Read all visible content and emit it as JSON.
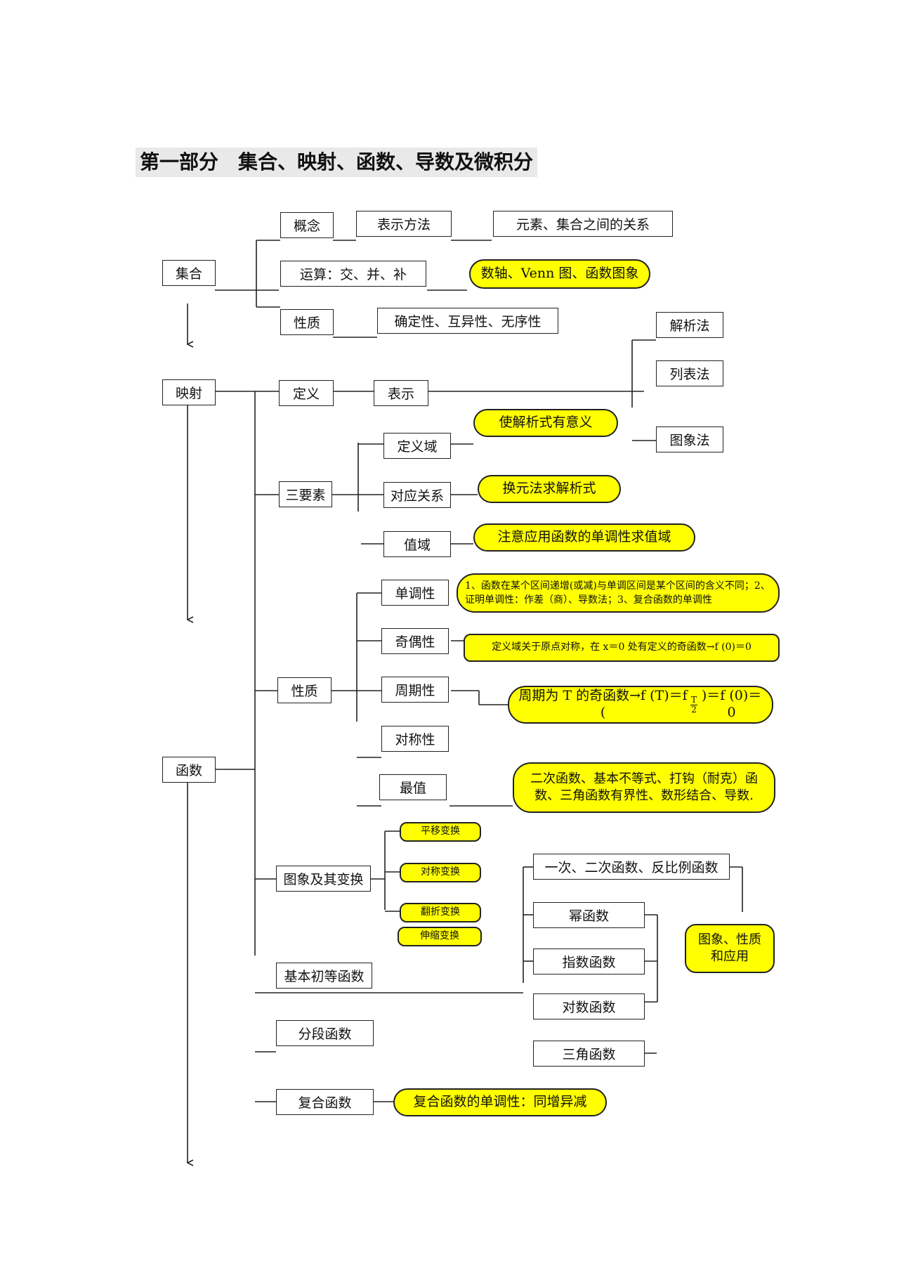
{
  "title": "第一部分　集合、映射、函数、导数及微积分",
  "colors": {
    "highlight": "#ffff00",
    "line": "#222222"
  },
  "main_nodes": {
    "set": "集合",
    "mapping": "映射",
    "function": "函数"
  },
  "set": {
    "concept": "概念",
    "representation": "表示方法",
    "relation": "元素、集合之间的关系",
    "operation": "运算：交、并、补",
    "operation_note": "数轴、Venn 图、函数图象",
    "property": "性质",
    "property_detail": "确定性、互异性、无序性"
  },
  "mapping": {
    "definition": "定义",
    "represent": "表示",
    "methods": [
      "解析法",
      "列表法",
      "图象法"
    ],
    "elements": "三要素",
    "domain": "定义域",
    "domain_note": "使解析式有意义",
    "correspondence": "对应关系",
    "correspondence_note": "换元法求解析式",
    "range": "值域",
    "range_note": "注意应用函数的单调性求值域"
  },
  "function": {
    "property": "性质",
    "monotonic": "单调性",
    "monotonic_note_line1": "1、函数在某个区间递增(或减)与单调区间是某个区间的含义不同；2、",
    "monotonic_note_line2": "证明单调性：作差（商）、导数法；3、复合函数的单调性",
    "parity": "奇偶性",
    "parity_note": "定义域关于原点对称，在 x＝0 处有定义的奇函数→f (0)＝0",
    "period": "周期性",
    "period_note_before": "周期为 T 的奇函数→f (T)＝f (",
    "period_note_num": "T",
    "period_note_den": "2",
    "period_note_after": ")＝f (0)＝0",
    "symmetry": "对称性",
    "extreme": "最值",
    "extreme_note_line1": "二次函数、基本不等式、打钩（耐克）函",
    "extreme_note_line2": "数、三角函数有界性、数形结合、导数.",
    "graph": "图象及其变换",
    "transforms": [
      "平移变换",
      "对称变换",
      "翻折变换",
      "伸缩变换"
    ],
    "elementary": "基本初等函数",
    "elementary_types": [
      "一次、二次函数、反比例函数",
      "幂函数",
      "指数函数",
      "对数函数",
      "三角函数"
    ],
    "elementary_note_line1": "图象、性质",
    "elementary_note_line2": "和应用",
    "piecewise": "分段函数",
    "composite": "复合函数",
    "composite_note": "复合函数的单调性：同增异减"
  }
}
